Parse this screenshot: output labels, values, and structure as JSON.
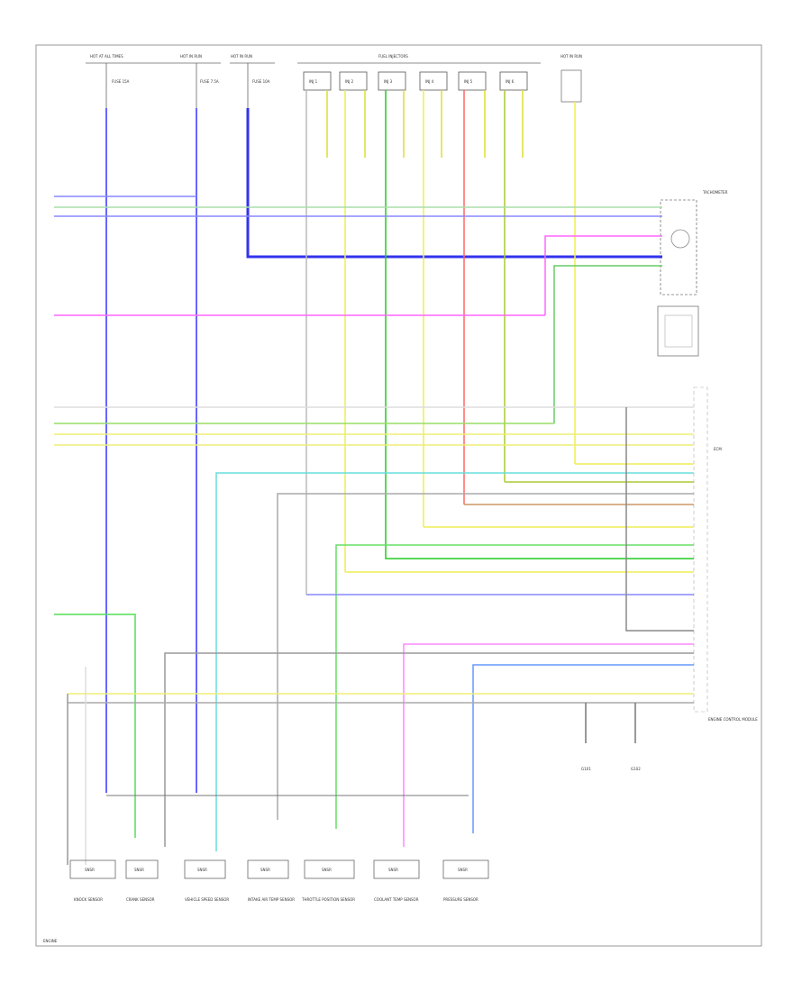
{
  "diagram": {
    "fuse_boxes": [
      {
        "title": "HOT AT ALL TIMES",
        "fuse": "FUSE 15A"
      },
      {
        "title": "HOT IN RUN",
        "fuse": "FUSE 7.5A"
      },
      {
        "title": "HOT IN RUN",
        "fuse": "FUSE 10A"
      }
    ],
    "fuel_injectors_title": "FUEL INJECTORS",
    "injectors": [
      "INJ 1",
      "INJ 2",
      "INJ 3",
      "INJ 4",
      "INJ 5",
      "INJ 6"
    ],
    "hot_in_run_right": "HOT IN RUN",
    "tachometer": "TACHOMETER",
    "ecm_label": "ECM",
    "engine_control_module": "ENGINE CONTROL MODULE",
    "sensors": [
      {
        "box": "SNSR",
        "caption": "KNOCK SENSOR"
      },
      {
        "box": "SNSR",
        "caption": "CRANK SENSOR"
      },
      {
        "box": "SNSR",
        "caption": "VEHICLE SPEED SENSOR"
      },
      {
        "box": "SNSR",
        "caption": "INTAKE AIR TEMP SENSOR"
      },
      {
        "box": "SNSR",
        "caption": "THROTTLE POSITION SENSOR"
      },
      {
        "box": "SNSR",
        "caption": "COOLANT TEMP SENSOR"
      },
      {
        "box": "SNSR",
        "caption": "PRESSURE SENSOR"
      }
    ],
    "ground_captions": [
      "G101",
      "G102"
    ],
    "footer_id": "ENGINE"
  }
}
